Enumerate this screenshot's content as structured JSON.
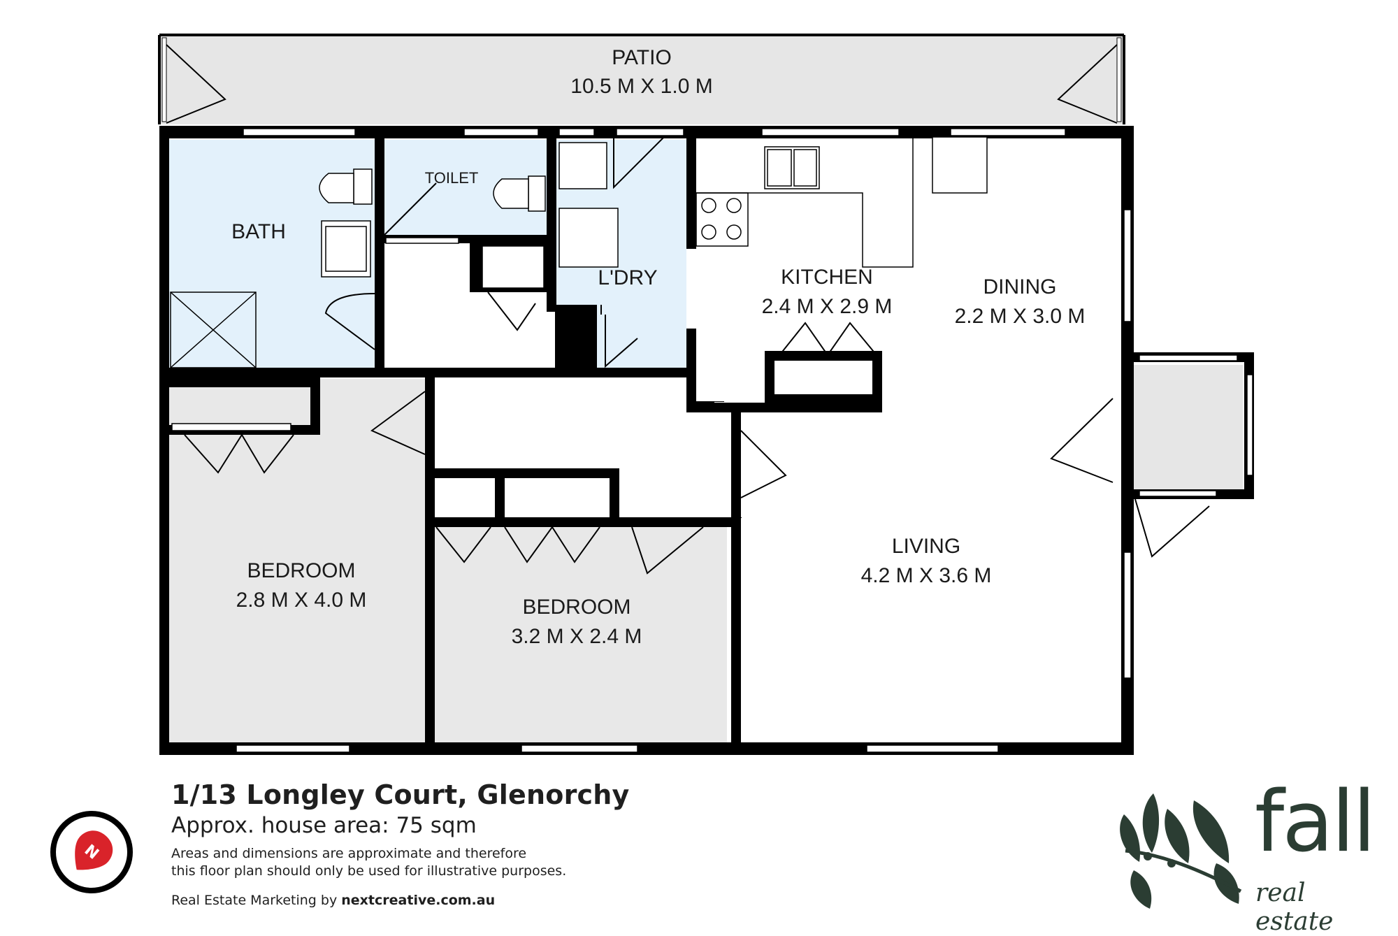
{
  "rooms": {
    "patio": {
      "name": "PATIO",
      "dims": "10.5 M X 1.0 M"
    },
    "bath": {
      "name": "BATH"
    },
    "toilet": {
      "name": "TOILET"
    },
    "laundry": {
      "name": "L'DRY"
    },
    "kitchen": {
      "name": "KITCHEN",
      "dims": "2.4 M X 2.9 M"
    },
    "dining": {
      "name": "DINING",
      "dims": "2.2 M X 3.0 M"
    },
    "bedroom1": {
      "name": "BEDROOM",
      "dims": "2.8 M X 4.0 M"
    },
    "bedroom2": {
      "name": "BEDROOM",
      "dims": "3.2 M X 2.4 M"
    },
    "living": {
      "name": "LIVING",
      "dims": "4.2 M X 3.6 M"
    }
  },
  "footer": {
    "address": "1/13 Longley Court, Glenorchy",
    "area": "Approx. house area: 75 sqm",
    "disclaimer_line1": "Areas and dimensions are approximate and therefore",
    "disclaimer_line2": "this floor plan should only be used for illustrative purposes.",
    "credit_prefix": "Real Estate Marketing by ",
    "credit_site": "nextcreative.com.au"
  },
  "brand": {
    "word": "fall",
    "sub": "real estate"
  },
  "compass": {
    "letter": "N"
  },
  "colors": {
    "wet_area": "#e3f1fb",
    "bedroom": "#e8e8e8",
    "patio": "#e6e6e6",
    "wall": "#000000",
    "brand": "#2b3d33",
    "compass": "#d9232a"
  },
  "icons": [
    "compass-icon",
    "leaf-logo-icon"
  ]
}
